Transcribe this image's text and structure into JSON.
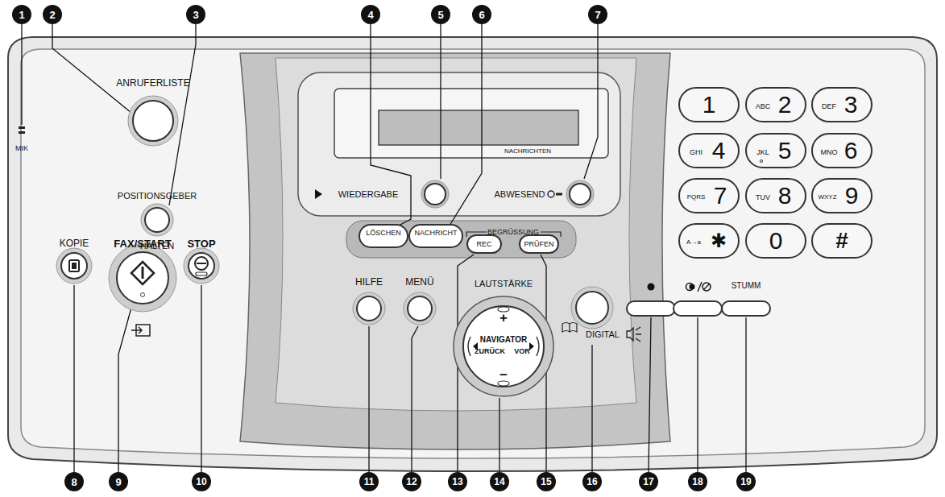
{
  "diagram": {
    "labels": [
      "1",
      "2",
      "3",
      "4",
      "5",
      "6",
      "7",
      "8",
      "9",
      "10",
      "11",
      "12",
      "13",
      "14",
      "15",
      "16",
      "17",
      "18",
      "19",
      "ANRUFERLISTE",
      "MIK",
      "POSITIONSGEBER",
      "HALTEN",
      "NACHRICHTEN",
      "WIEDERGABE",
      "ABWESEND",
      "LÖSCHEN",
      "NACHRICHT",
      "BEGRÜSSUNG",
      "REC",
      "PRÜFEN",
      "HILFE",
      "MENÜ",
      "LAUTSTÄRKE",
      "+",
      "NAVIGATOR",
      "ZURÜCK",
      "VOR",
      "−",
      "KOPIE",
      "FAX/START",
      "STOP",
      "DIGITAL",
      "STUMM",
      "1",
      "ABC",
      "2",
      "DEF",
      "3",
      "GHI",
      "4",
      "JKL",
      "5",
      "MNO",
      "6",
      "PQRS",
      "7",
      "TUV",
      "8",
      "WXYZ",
      "9",
      "A→a",
      "✱",
      "0",
      "#"
    ]
  }
}
